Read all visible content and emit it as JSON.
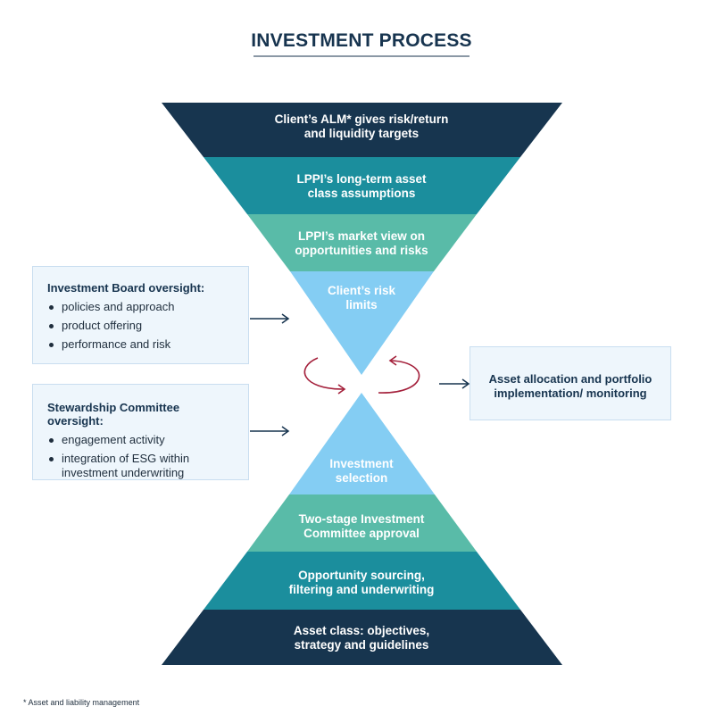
{
  "title": "INVESTMENT PROCESS",
  "top_funnel": [
    {
      "text": "Client’s ALM* gives risk/return\nand liquidity targets",
      "color": "#17354f"
    },
    {
      "text": "LPPI’s long-term asset\nclass assumptions",
      "color": "#1b8e9d"
    },
    {
      "text": "LPPI’s market view on\nopportunities and risks",
      "color": "#59bba8"
    },
    {
      "text": "Client’s risk\nlimits",
      "color": "#84cdf3"
    }
  ],
  "bottom_funnel": [
    {
      "text": "Investment\nselection",
      "color": "#84cdf3"
    },
    {
      "text": "Two-stage Investment\nCommittee approval",
      "color": "#59bba8"
    },
    {
      "text": "Opportunity sourcing,\nfiltering and underwriting",
      "color": "#1b8e9d"
    },
    {
      "text": "Asset class: objectives,\nstrategy and guidelines",
      "color": "#17354f"
    }
  ],
  "investment_board": {
    "title": "Investment Board oversight:",
    "items": [
      "policies and approach",
      "product offering",
      "performance and risk"
    ]
  },
  "stewardship": {
    "title": "Stewardship Committee oversight:",
    "items": [
      "engagement activity",
      "integration of ESG within investment underwriting"
    ]
  },
  "asset_allocation": {
    "text": "Asset allocation and portfolio\nimplementation/ monitoring"
  },
  "footnote": "* Asset and liability management",
  "colors": {
    "dark_navy": "#17354f",
    "teal": "#1b8e9d",
    "green": "#59bba8",
    "light_blue": "#84cdf3",
    "cycle_arrows": "#a4203b",
    "connector_arrows": "#17344f"
  }
}
